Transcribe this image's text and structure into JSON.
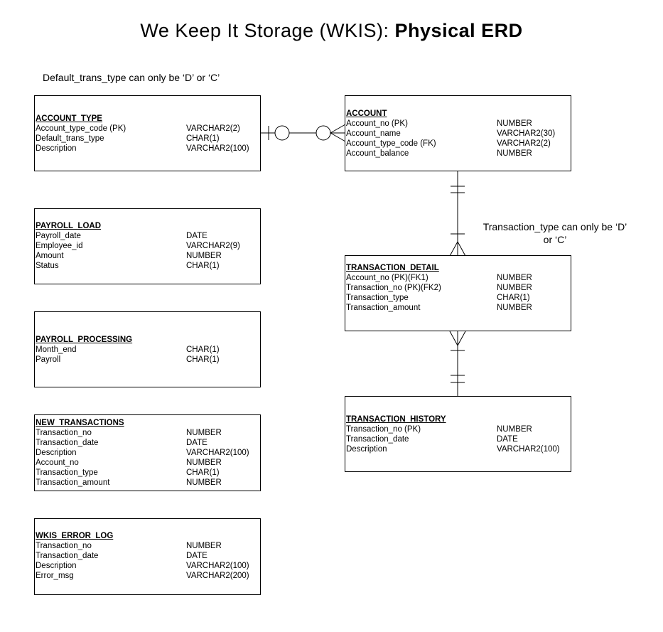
{
  "title": {
    "regular": "We Keep It Storage (WKIS):",
    "bold": "Physical ERD"
  },
  "notes": {
    "default_trans_type": "Default_trans_type can only be ‘D’ or ‘C’",
    "transaction_type_line1": "Transaction_type can only be ‘D’",
    "transaction_type_line2": "or ‘C’"
  },
  "entities": {
    "account_type": {
      "name": "ACCOUNT_TYPE",
      "attributes": [
        {
          "name": "Account_type_code (PK)",
          "type": "VARCHAR2(2)"
        },
        {
          "name": "Default_trans_type",
          "type": "CHAR(1)"
        },
        {
          "name": "Description",
          "type": "VARCHAR2(100)"
        }
      ]
    },
    "account": {
      "name": "ACCOUNT",
      "attributes": [
        {
          "name": "Account_no (PK)",
          "type": "NUMBER"
        },
        {
          "name": "Account_name",
          "type": "VARCHAR2(30)"
        },
        {
          "name": "Account_type_code (FK)",
          "type": "VARCHAR2(2)"
        },
        {
          "name": "Account_balance",
          "type": "NUMBER"
        }
      ]
    },
    "payroll_load": {
      "name": "PAYROLL_LOAD",
      "attributes": [
        {
          "name": "Payroll_date",
          "type": "DATE"
        },
        {
          "name": "Employee_id",
          "type": "VARCHAR2(9)"
        },
        {
          "name": "Amount",
          "type": "NUMBER"
        },
        {
          "name": "Status",
          "type": "CHAR(1)"
        }
      ]
    },
    "transaction_detail": {
      "name": "TRANSACTION_DETAIL",
      "attributes": [
        {
          "name": "Account_no (PK)(FK1)",
          "type": "NUMBER"
        },
        {
          "name": "Transaction_no (PK)(FK2)",
          "type": "NUMBER"
        },
        {
          "name": "Transaction_type",
          "type": "CHAR(1)"
        },
        {
          "name": "Transaction_amount",
          "type": "NUMBER"
        }
      ]
    },
    "payroll_processing": {
      "name": "PAYROLL_PROCESSING",
      "attributes": [
        {
          "name": "Month_end",
          "type": "CHAR(1)"
        },
        {
          "name": "Payroll",
          "type": "CHAR(1)"
        }
      ]
    },
    "transaction_history": {
      "name": "TRANSACTION_HISTORY",
      "attributes": [
        {
          "name": "Transaction_no (PK)",
          "type": "NUMBER"
        },
        {
          "name": "Transaction_date",
          "type": "DATE"
        },
        {
          "name": "Description",
          "type": "VARCHAR2(100)"
        }
      ]
    },
    "new_transactions": {
      "name": "NEW_TRANSACTIONS",
      "attributes": [
        {
          "name": "Transaction_no",
          "type": "NUMBER"
        },
        {
          "name": "Transaction_date",
          "type": "DATE"
        },
        {
          "name": "Description",
          "type": "VARCHAR2(100)"
        },
        {
          "name": "Account_no",
          "type": "NUMBER"
        },
        {
          "name": "Transaction_type",
          "type": "CHAR(1)"
        },
        {
          "name": "Transaction_amount",
          "type": "NUMBER"
        }
      ]
    },
    "wkis_error_log": {
      "name": "WKIS_ERROR_LOG",
      "attributes": [
        {
          "name": "Transaction_no",
          "type": "NUMBER"
        },
        {
          "name": "Transaction_date",
          "type": "DATE"
        },
        {
          "name": "Description",
          "type": "VARCHAR2(100)"
        },
        {
          "name": "Error_msg",
          "type": "VARCHAR2(200)"
        }
      ]
    }
  }
}
